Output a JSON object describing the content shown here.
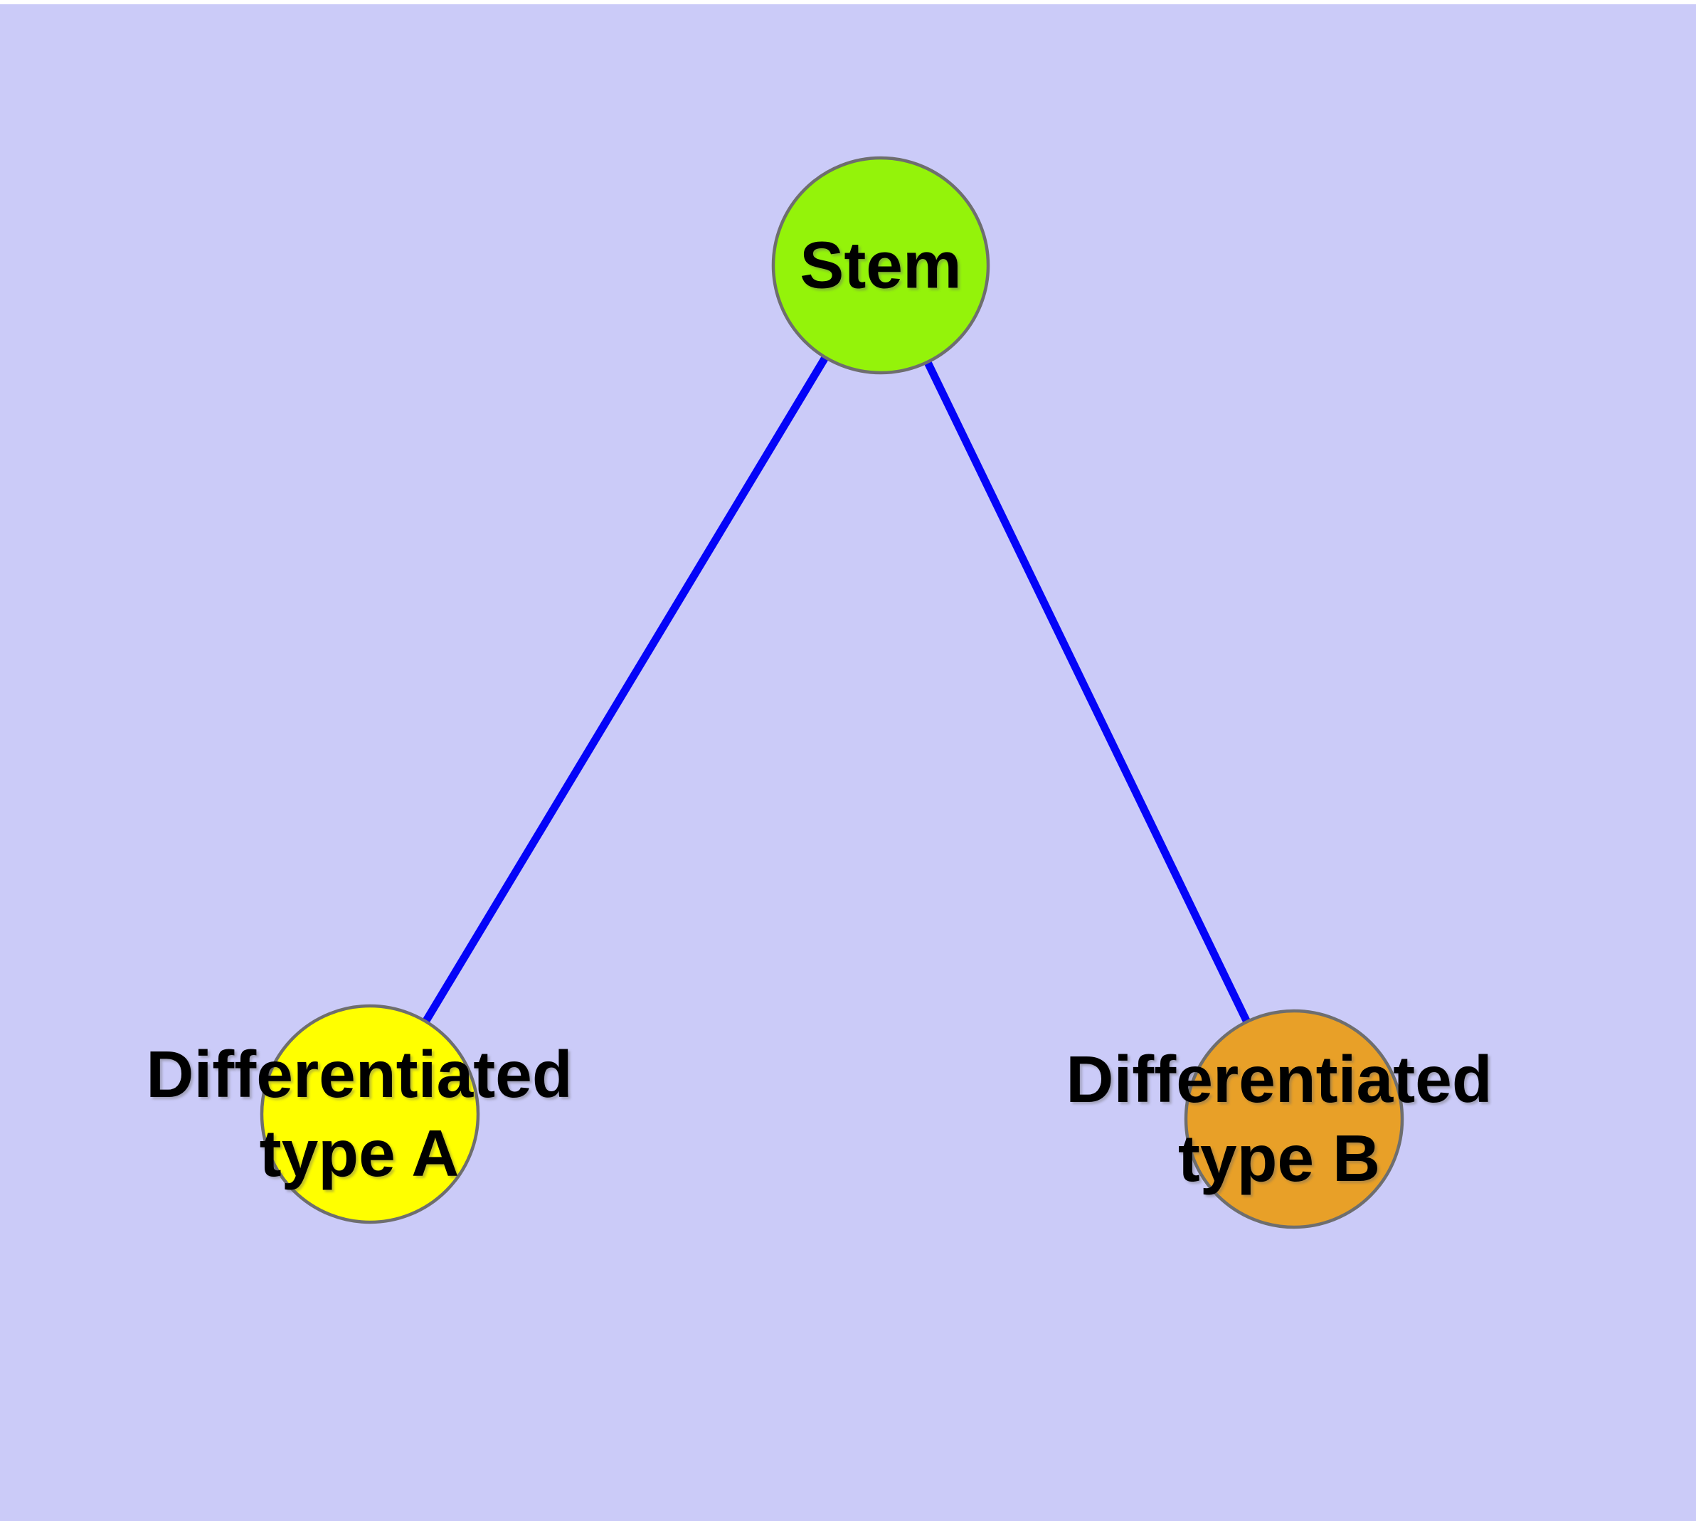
{
  "diagram": {
    "title": "",
    "background_color": "#CBCBF8",
    "top_margin_color": "#FFFFFF",
    "edge_color": "#0404F8",
    "node_border_color": "#6E6E6E",
    "label_color": "#000000",
    "nodes": [
      {
        "id": "stem",
        "label": "Stem",
        "color": "#94F30A"
      },
      {
        "id": "type-a",
        "label": "Differentiated\ntype A",
        "color": "#FFFF00"
      },
      {
        "id": "type-b",
        "label": "Differentiated\ntype B",
        "color": "#E8A028"
      }
    ],
    "edges": [
      {
        "from": "stem",
        "to": "type-a"
      },
      {
        "from": "stem",
        "to": "type-b"
      }
    ]
  }
}
